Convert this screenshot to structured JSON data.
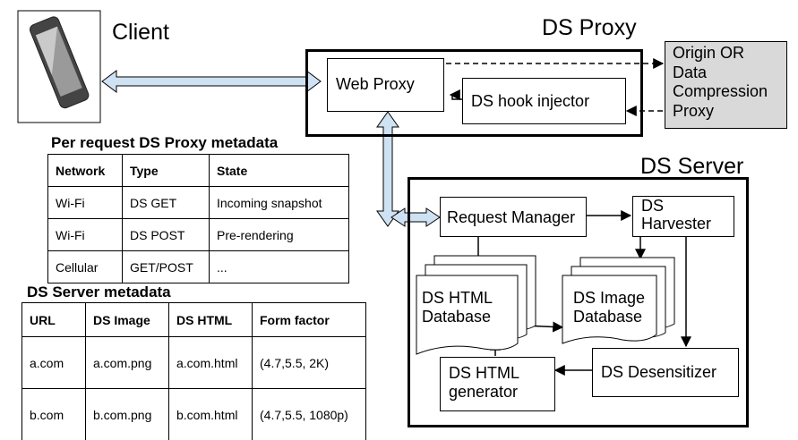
{
  "labels": {
    "client": "Client",
    "ds_proxy": "DS Proxy",
    "ds_server": "DS Server"
  },
  "proxy": {
    "web_proxy": "Web Proxy",
    "hook_injector": "DS hook injector"
  },
  "origin": {
    "lines": [
      "Origin OR",
      "Data",
      "Compression",
      "Proxy"
    ]
  },
  "server": {
    "request_manager": "Request Manager",
    "harvester": [
      "DS",
      "Harvester"
    ],
    "html_db": [
      "DS HTML",
      "Database"
    ],
    "image_db": [
      "DS Image",
      "Database"
    ],
    "html_generator": [
      "DS HTML",
      "generator"
    ],
    "desensitizer": "DS Desensitizer"
  },
  "proxy_table": {
    "title": "Per request DS Proxy metadata",
    "headers": [
      "Network",
      "Type",
      "State"
    ],
    "rows": [
      [
        "Wi-Fi",
        "DS GET",
        "Incoming snapshot"
      ],
      [
        "Wi-Fi",
        "DS POST",
        "Pre-rendering"
      ],
      [
        "Cellular",
        "GET/POST",
        "..."
      ]
    ]
  },
  "server_table": {
    "title": "DS Server metadata",
    "headers": [
      "URL",
      "DS Image",
      "DS HTML",
      "Form factor"
    ],
    "rows": [
      [
        "a.com",
        "a.com.png",
        "a.com.html",
        "(4.7,5.5, 2K)"
      ],
      [
        "b.com",
        "b.com.png",
        "b.com.html",
        "(4.7,5.5, 1080p)"
      ]
    ]
  },
  "colors": {
    "arrow_fill": "#cfe2f3",
    "origin_fill": "#d9d9d9",
    "phone_body": "#555555"
  }
}
